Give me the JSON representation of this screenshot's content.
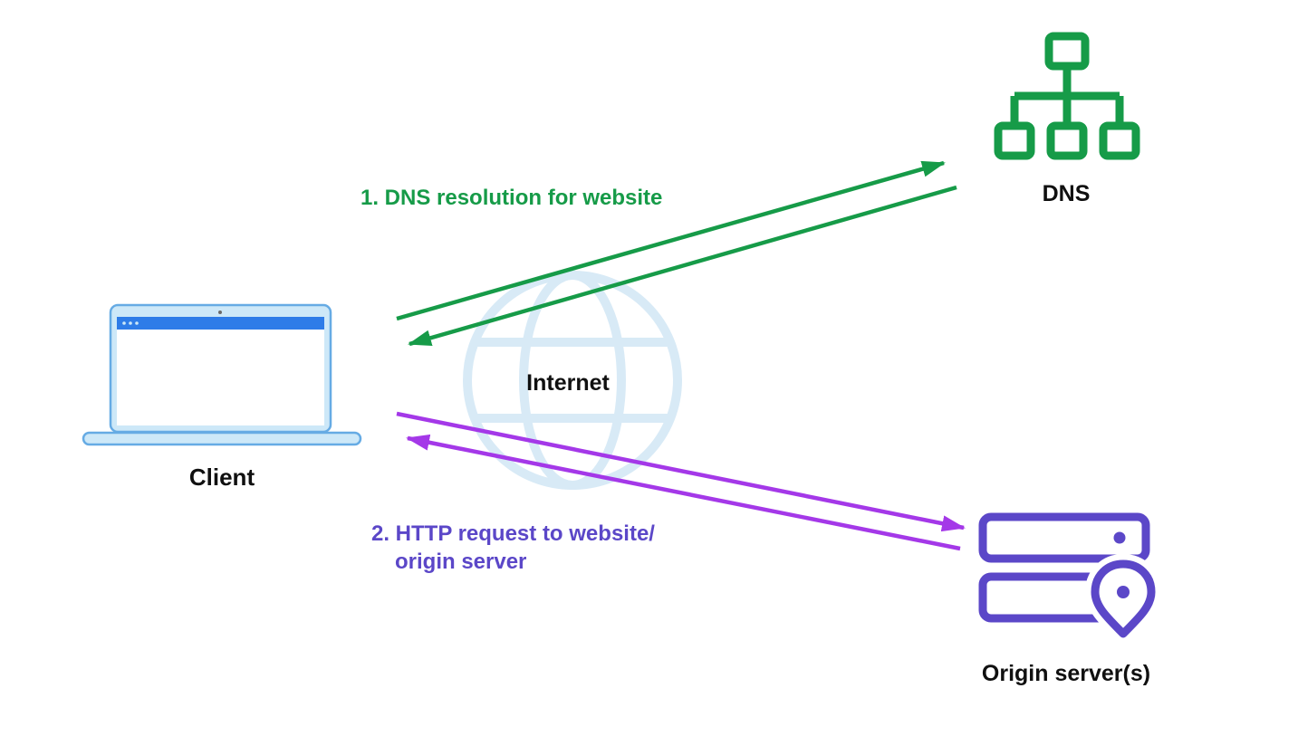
{
  "diagram": {
    "nodes": {
      "client": {
        "label": "Client"
      },
      "dns": {
        "label": "DNS"
      },
      "internet": {
        "label": "Internet"
      },
      "origin": {
        "label": "Origin server(s)"
      }
    },
    "flows": {
      "dns_resolution": {
        "label": "1. DNS resolution for website"
      },
      "http_request": {
        "label_line1": "2. HTTP request to website/",
        "label_line2": "origin server"
      }
    },
    "colors": {
      "green": "#169b48",
      "purple_arrow": "#a438e8",
      "purple_icon": "#5b47c8",
      "purple_text": "#5b47c8",
      "laptop_fill": "#cde8f8",
      "laptop_stroke": "#66abe4",
      "laptop_titlebar": "#2e7ce8",
      "globe_blue": "#d8eaf6",
      "label_text": "#101010",
      "background": "#ffffff"
    }
  }
}
